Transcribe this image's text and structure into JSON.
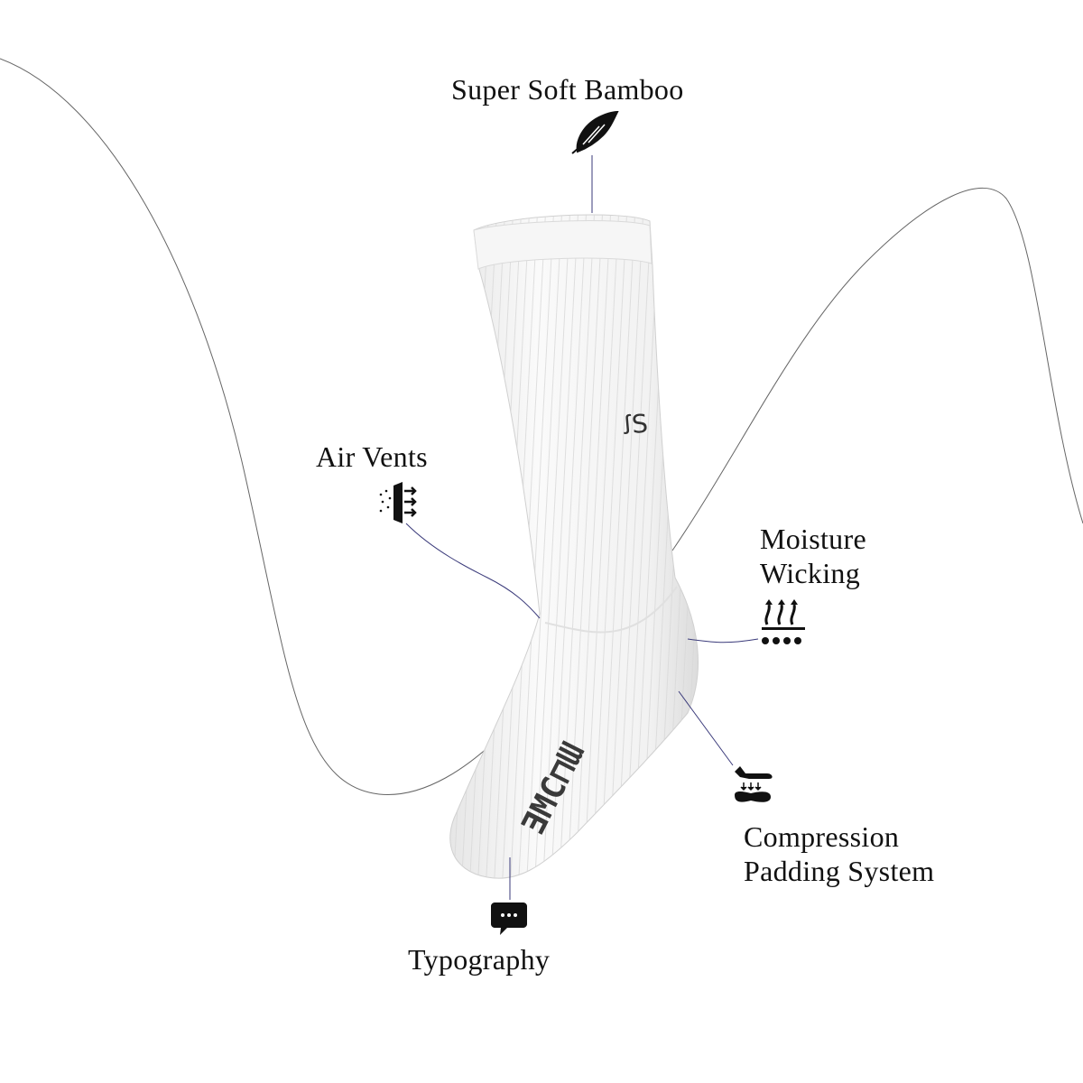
{
  "features": {
    "bamboo": {
      "label": "Super Soft Bamboo",
      "icon": "feather-icon"
    },
    "air_vents": {
      "label": "Air Vents",
      "icon": "air-vent-icon"
    },
    "moisture": {
      "line1": "Moisture",
      "line2": "Wicking",
      "icon": "moisture-wicking-icon"
    },
    "compression": {
      "line1": "Compression",
      "line2": "Padding System",
      "icon": "compression-pad-icon"
    },
    "typography": {
      "label": "Typography",
      "icon": "speech-bubble-icon"
    }
  },
  "colors": {
    "text": "#111111",
    "curve": "#555566",
    "callout_line": "#3a3a7a",
    "sock": "#f4f4f4",
    "sock_shadow": "#d9d9d9"
  }
}
